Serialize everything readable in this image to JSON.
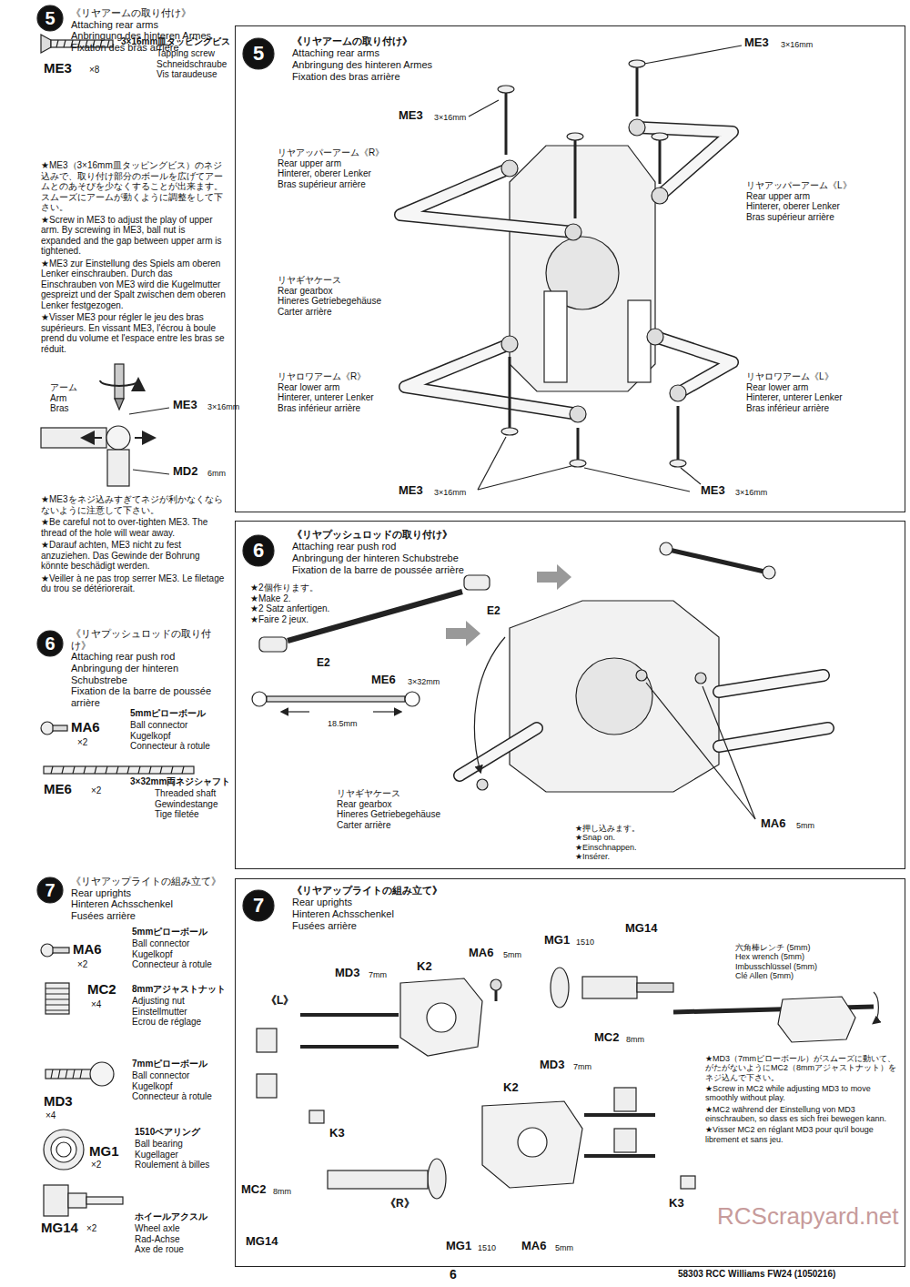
{
  "diagram": {
    "nodes": [
      {
        "text": [
          "《リヤアームの取り付け》",
          "Attaching rear arms",
          "Anbringung des hinteren Armes",
          "Fixation des bras arrière"
        ]
      },
      {
        "text": [
          "《リヤプッシュロッドの取り付け》",
          "Attaching rear push rod",
          "Anbringung der hinteren Schubstrebe",
          "Fixation de la barre de poussée arrière"
        ]
      },
      {
        "text": [
          "《リヤアップライトの組み立て》",
          "Rear uprights",
          "Hinteren Achsschenkel",
          "Fusées arrière"
        ]
      }
    ],
    "labels": [
      "5",
      "《リヤアームの取り付け》",
      "Attaching rear arms",
      "Anbringung des hinteren Armes",
      "Fixation des bras arrière",
      "3×16mm皿タッピングビス",
      "Tapping screw",
      "Schneidschraube",
      "Vis taraudeuse",
      "ME3",
      "×8",
      "★ME3（3×16mm皿タッピングビス）のネジ込みで、取り付け部分のボールを広げてアームとのあそびを少なくすることが出来ます。スムーズにアームが動くように調整をして下さい。",
      "★Screw in ME3 to adjust the play of upper arm. By screwing in ME3, ball nut is expanded and the gap between upper arm is tightened.",
      "★ME3 zur Einstellung des Spiels am oberen Lenker einschrauben. Durch das Einschrauben von ME3 wird die Kugelmutter gespreizt und der Spalt zwischen dem oberen Lenker festgezogen.",
      "★Visser ME3 pour régler le jeu des bras supérieurs. En vissant ME3, l'écrou à boule prend du volume et l'espace entre les bras se réduit.",
      "アーム",
      "Arm",
      "Bras",
      "ME3",
      "3×16mm",
      "MD2",
      "6mm",
      "★ME3をネジ込みすぎてネジが利かなくならないように注意して下さい。",
      "★Be careful not to over-tighten ME3. The thread of the hole will wear away.",
      "★Darauf achten, ME3 nicht zu fest anzuziehen. Das Gewinde der Bohrung könnte beschädigt werden.",
      "★Veiller à ne pas trop serrer ME3. Le filetage du trou se détériorerait.",
      "6",
      "《リヤプッシュロッドの取り付け》",
      "Attaching rear push rod",
      "Anbringung der hinteren Schubstrebe",
      "Fixation de la barre de poussée arrière",
      "5mmピローボール",
      "Ball connector",
      "Kugelkopf",
      "Connecteur à rotule",
      "MA6",
      "×2",
      "ME6",
      "×2",
      "3×32mm両ネジシャフト",
      "Threaded shaft",
      "Gewindestange",
      "Tige filetée",
      "7",
      "《リヤアップライトの組み立て》",
      "Rear uprights",
      "Hinteren Achsschenkel",
      "Fusées arrière",
      "5mmピローボール",
      "Ball connector",
      "Kugelkopf",
      "Connecteur à rotule",
      "MA6",
      "×2",
      "8mmアジャストナット",
      "Adjusting nut",
      "Einstellmutter",
      "Ecrou de réglage",
      "MC2",
      "×4",
      "7mmピローボール",
      "Ball connector",
      "Kugelkopf",
      "Connecteur à rotule",
      "MD3",
      "×4",
      "1510ベアリング",
      "Ball bearing",
      "Kugellager",
      "Roulement à billes",
      "MG1",
      "×2",
      "ホイールアクスル",
      "Wheel axle",
      "Rad-Achse",
      "Axe de roue",
      "MG14",
      "×2",
      "5",
      "ME3",
      "3×16mm",
      "ME3",
      "3×16mm",
      "リヤアッパーアーム《R》",
      "Rear upper arm",
      "Hinterer, oberer Lenker",
      "Bras supérieur arrière",
      "リヤアッパーアーム《L》",
      "Rear upper arm",
      "Hinterer, oberer Lenker",
      "Bras supérieur arrière",
      "リヤギヤケース",
      "Rear gearbox",
      "Hineres Getriebegehäuse",
      "Carter arrière",
      "リヤロワアーム《R》",
      "Rear lower arm",
      "Hinterer, unterer Lenker",
      "Bras inférieur arrière",
      "リヤロワアーム《L》",
      "Rear lower arm",
      "Hinterer, unterer Lenker",
      "Bras inférieur arrière",
      "ME3",
      "3×16mm",
      "ME3",
      "3×16mm",
      "6",
      "★2個作ります。",
      "★Make 2.",
      "★2 Satz anfertigen.",
      "★Faire 2 jeux.",
      "E2",
      "E2",
      "ME6",
      "3×32mm",
      "18.5mm",
      "リヤギヤケース",
      "Rear gearbox",
      "Hineres Getriebegehäuse",
      "Carter arrière",
      "★押し込みます。",
      "★Snap on.",
      "★Einschnappen.",
      "★Insérer.",
      "MA6",
      "5mm",
      "7",
      "MA6",
      "5mm",
      "MG1",
      "1510",
      "MG14",
      "K2",
      "MD3",
      "7mm",
      "《L》",
      "MC2",
      "8mm",
      "MD3",
      "7mm",
      "K2",
      "K3",
      "MC2",
      "8mm",
      "《R》",
      "K3",
      "MG14",
      "MG1",
      "1510",
      "MA6",
      "5mm",
      "六角棒レンチ (5mm)",
      "Hex wrench (5mm)",
      "Imbusschlüssel (5mm)",
      "Clé Allen (5mm)",
      "★MD3（7mmピローボール）がスムーズに動いて、がたがないようにMC2（8mmアジャストナット）をネジ込んで下さい。",
      "★Screw in MC2 while adjusting MD3 to move smoothly without play.",
      "★MC2 während der Einstellung von MD3 einschrauben, so dass es sich frei bewegen kann.",
      "★Visser MC2 en réglant MD3 pour qu'il bouge librement et sans jeu.",
      "6",
      "58303 RCC Williams FW24 (1050216)",
      "RCScrapyard.net"
    ]
  }
}
